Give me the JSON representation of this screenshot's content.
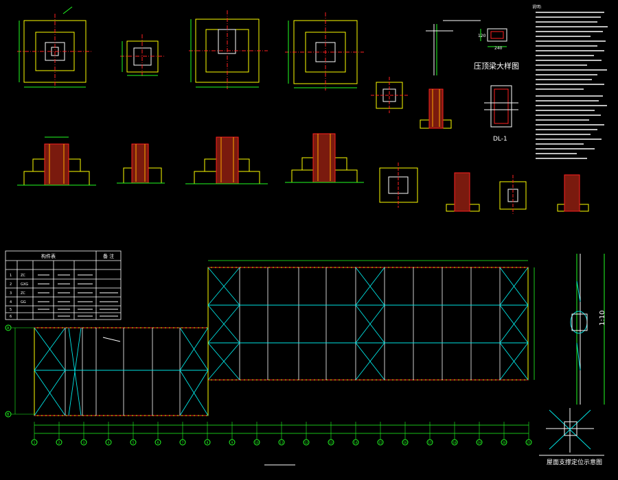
{
  "labels": {
    "roof_detail_title": "压顶梁大样图",
    "ground_beam": "DL-1",
    "bracing_plan_title": "屋面支撑定位示意图",
    "dim_width": "240",
    "dim_height": "120",
    "notes_heading": "说明:",
    "right_dim": "1:10"
  },
  "table": {
    "title": "构件表",
    "note_header": "备 注",
    "rows": [
      [
        "1",
        "ZC",
        "",
        "",
        ""
      ],
      [
        "2",
        "GXG",
        "",
        "",
        ""
      ],
      [
        "3",
        "ZC",
        "",
        "",
        ""
      ],
      [
        "4",
        "GG",
        "",
        "",
        ""
      ],
      [
        "5",
        "",
        "",
        "",
        ""
      ],
      [
        "6",
        "",
        "",
        "",
        ""
      ]
    ]
  },
  "axis_numbers": [
    "1",
    "2",
    "3",
    "4",
    "5",
    "6",
    "7",
    "8",
    "9",
    "10",
    "11",
    "12",
    "13",
    "14",
    "15",
    "16",
    "17",
    "18",
    "19",
    "20",
    "21"
  ],
  "axis_letters": [
    "A",
    "B"
  ],
  "colors": {
    "background": "#000000",
    "outline_yellow": "#ffff00",
    "column_red": "#cc2200",
    "dimension_green": "#22ff22",
    "centerline_red": "#ff2020",
    "bracing_cyan": "#00e5e5",
    "text_white": "#ffffff"
  }
}
